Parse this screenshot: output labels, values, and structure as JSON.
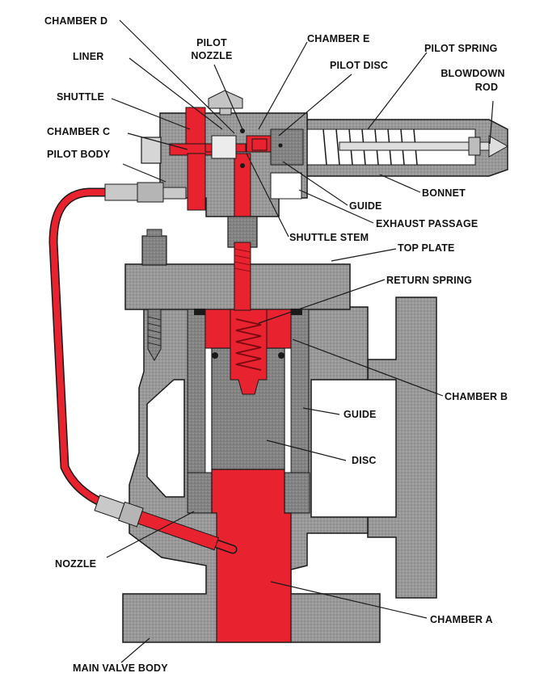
{
  "colors": {
    "metal": "#9a9a9a",
    "metal_dark": "#7d7d7d",
    "pressure": "#e8222e",
    "pressure_dark": "#b5121c",
    "line": "#1a1a1a",
    "background": "#ffffff"
  },
  "labels": {
    "chamber_d": "CHAMBER D",
    "pilot_nozzle_1": "PILOT",
    "pilot_nozzle_2": "NOZZLE",
    "chamber_e": "CHAMBER E",
    "pilot_spring": "PILOT SPRING",
    "liner": "LINER",
    "pilot_disc": "PILOT DISC",
    "blowdown_rod_1": "BLOWDOWN",
    "blowdown_rod_2": "ROD",
    "shuttle": "SHUTTLE",
    "chamber_c": "CHAMBER C",
    "pilot_body": "PILOT BODY",
    "bonnet": "BONNET",
    "guide_upper": "GUIDE",
    "exhaust_passage": "EXHAUST PASSAGE",
    "shuttle_stem": "SHUTTLE STEM",
    "top_plate": "TOP PLATE",
    "return_spring": "RETURN SPRING",
    "chamber_b": "CHAMBER B",
    "guide_lower": "GUIDE",
    "disc": "DISC",
    "nozzle": "NOZZLE",
    "chamber_a": "CHAMBER A",
    "main_valve_body": "MAIN VALVE BODY"
  }
}
